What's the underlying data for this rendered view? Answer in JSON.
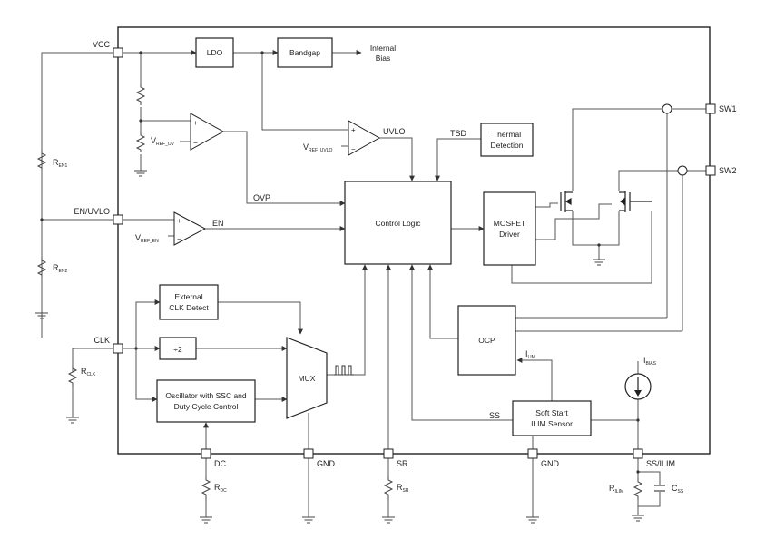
{
  "blocks": {
    "ldo": "LDO",
    "bandgap": "Bandgap",
    "internal_bias_1": "Internal",
    "internal_bias_2": "Bias",
    "thermal_1": "Thermal",
    "thermal_2": "Detection",
    "control_logic": "Control Logic",
    "mosfet_1": "MOSFET",
    "mosfet_2": "Driver",
    "ext_clk_1": "External",
    "ext_clk_2": "CLK Detect",
    "div2": "÷2",
    "osc_1": "Oscillator with SSC and",
    "osc_2": "Duty Cycle Control",
    "mux": "MUX",
    "ocp": "OCP",
    "softstart_1": "Soft Start",
    "softstart_2": "ILIM Sensor"
  },
  "pins": {
    "vcc": "VCC",
    "en_uvlo": "EN/UVLO",
    "clk": "CLK",
    "sw1": "SW1",
    "sw2": "SW2",
    "dc": "DC",
    "gnd1": "GND",
    "sr": "SR",
    "gnd2": "GND",
    "ss_ilim": "SS/ILIM"
  },
  "signals": {
    "uvlo": "UVLO",
    "tsd": "TSD",
    "ovp": "OVP",
    "en": "EN",
    "ss": "SS",
    "ilim_main": "I",
    "ilim_sub": "LIM",
    "ibias_main": "I",
    "ibias_sub": "BIAS"
  },
  "refs": {
    "ov_main": "V",
    "ov_sub": "REF_OV",
    "uvlo_main": "V",
    "uvlo_sub": "REF_UVLO",
    "en_main": "V",
    "en_sub": "REF_EN"
  },
  "components": {
    "ren1_main": "R",
    "ren1_sub": "EN1",
    "ren2_main": "R",
    "ren2_sub": "EN2",
    "rclk_main": "R",
    "rclk_sub": "CLK",
    "rdc_main": "R",
    "rdc_sub": "DC",
    "rsr_main": "R",
    "rsr_sub": "SR",
    "rilim_main": "R",
    "rilim_sub": "ILIM",
    "css_main": "C",
    "css_sub": "SS"
  }
}
